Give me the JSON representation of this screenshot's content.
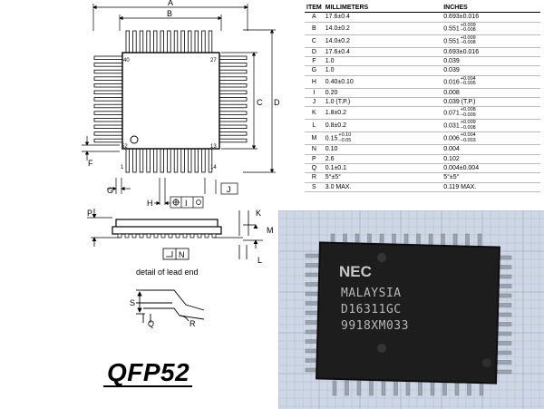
{
  "drawing_labels": {
    "A": "A",
    "B": "B",
    "C": "C",
    "D": "D",
    "F": "F",
    "G": "G",
    "H": "H",
    "I": "I",
    "J": "J",
    "K": "K",
    "L": "L",
    "M": "M",
    "N": "N",
    "P": "P",
    "Q": "Q",
    "R": "R",
    "S": "S",
    "pin_40": "40",
    "pin_27": "27",
    "pin_52": "52",
    "pin_13": "13",
    "pin_1": "1",
    "pin_14": "14",
    "lead_end_caption": "detail of lead end"
  },
  "table": {
    "headers": [
      "ITEM",
      "MILLIMETERS",
      "INCHES"
    ],
    "rows": [
      {
        "item": "A",
        "mm": "17.6±0.4",
        "in": "0.693±0.016",
        "tol_plus": "",
        "tol_minus": ""
      },
      {
        "item": "B",
        "mm": "14.0±0.2",
        "in": "0.551",
        "tol_plus": "+0.009",
        "tol_minus": "−0.008"
      },
      {
        "item": "C",
        "mm": "14.0±0.2",
        "in": "0.551",
        "tol_plus": "+0.009",
        "tol_minus": "−0.008"
      },
      {
        "item": "D",
        "mm": "17.6±0.4",
        "in": "0.693±0.016",
        "tol_plus": "",
        "tol_minus": ""
      },
      {
        "item": "F",
        "mm": "1.0",
        "in": "0.039",
        "tol_plus": "",
        "tol_minus": ""
      },
      {
        "item": "G",
        "mm": "1.0",
        "in": "0.039",
        "tol_plus": "",
        "tol_minus": ""
      },
      {
        "item": "H",
        "mm": "0.40±0.10",
        "in": "0.016",
        "tol_plus": "+0.004",
        "tol_minus": "−0.005"
      },
      {
        "item": "I",
        "mm": "0.20",
        "in": "0.008",
        "tol_plus": "",
        "tol_minus": ""
      },
      {
        "item": "J",
        "mm": "1.0 (T.P.)",
        "in": "0.039 (T.P.)",
        "tol_plus": "",
        "tol_minus": ""
      },
      {
        "item": "K",
        "mm": "1.8±0.2",
        "in": "0.071",
        "tol_plus": "+0.008",
        "tol_minus": "−0.009"
      },
      {
        "item": "L",
        "mm": "0.8±0.2",
        "in": "0.031",
        "tol_plus": "+0.009",
        "tol_minus": "−0.008"
      },
      {
        "item": "M",
        "mm": "0.15",
        "in": "0.006",
        "tol_plus": "+0.004",
        "tol_minus": "−0.003",
        "mm_plus": "+0.10",
        "mm_minus": "−0.05"
      },
      {
        "item": "N",
        "mm": "0.10",
        "in": "0.004",
        "tol_plus": "",
        "tol_minus": ""
      },
      {
        "item": "P",
        "mm": "2.6",
        "in": "0.102",
        "tol_plus": "",
        "tol_minus": ""
      },
      {
        "item": "Q",
        "mm": "0.1±0.1",
        "in": "0.004±0.004",
        "tol_plus": "",
        "tol_minus": ""
      },
      {
        "item": "R",
        "mm": "5°±5°",
        "in": "5°±5°",
        "tol_plus": "",
        "tol_minus": ""
      },
      {
        "item": "S",
        "mm": "3.0 MAX.",
        "in": "0.119 MAX.",
        "tol_plus": "",
        "tol_minus": ""
      }
    ]
  },
  "package_title": "QFP52",
  "chip_marking": {
    "brand": "NEC",
    "line1": "MALAYSIA",
    "line2": "D16311GC",
    "line3": "9918XM033"
  }
}
